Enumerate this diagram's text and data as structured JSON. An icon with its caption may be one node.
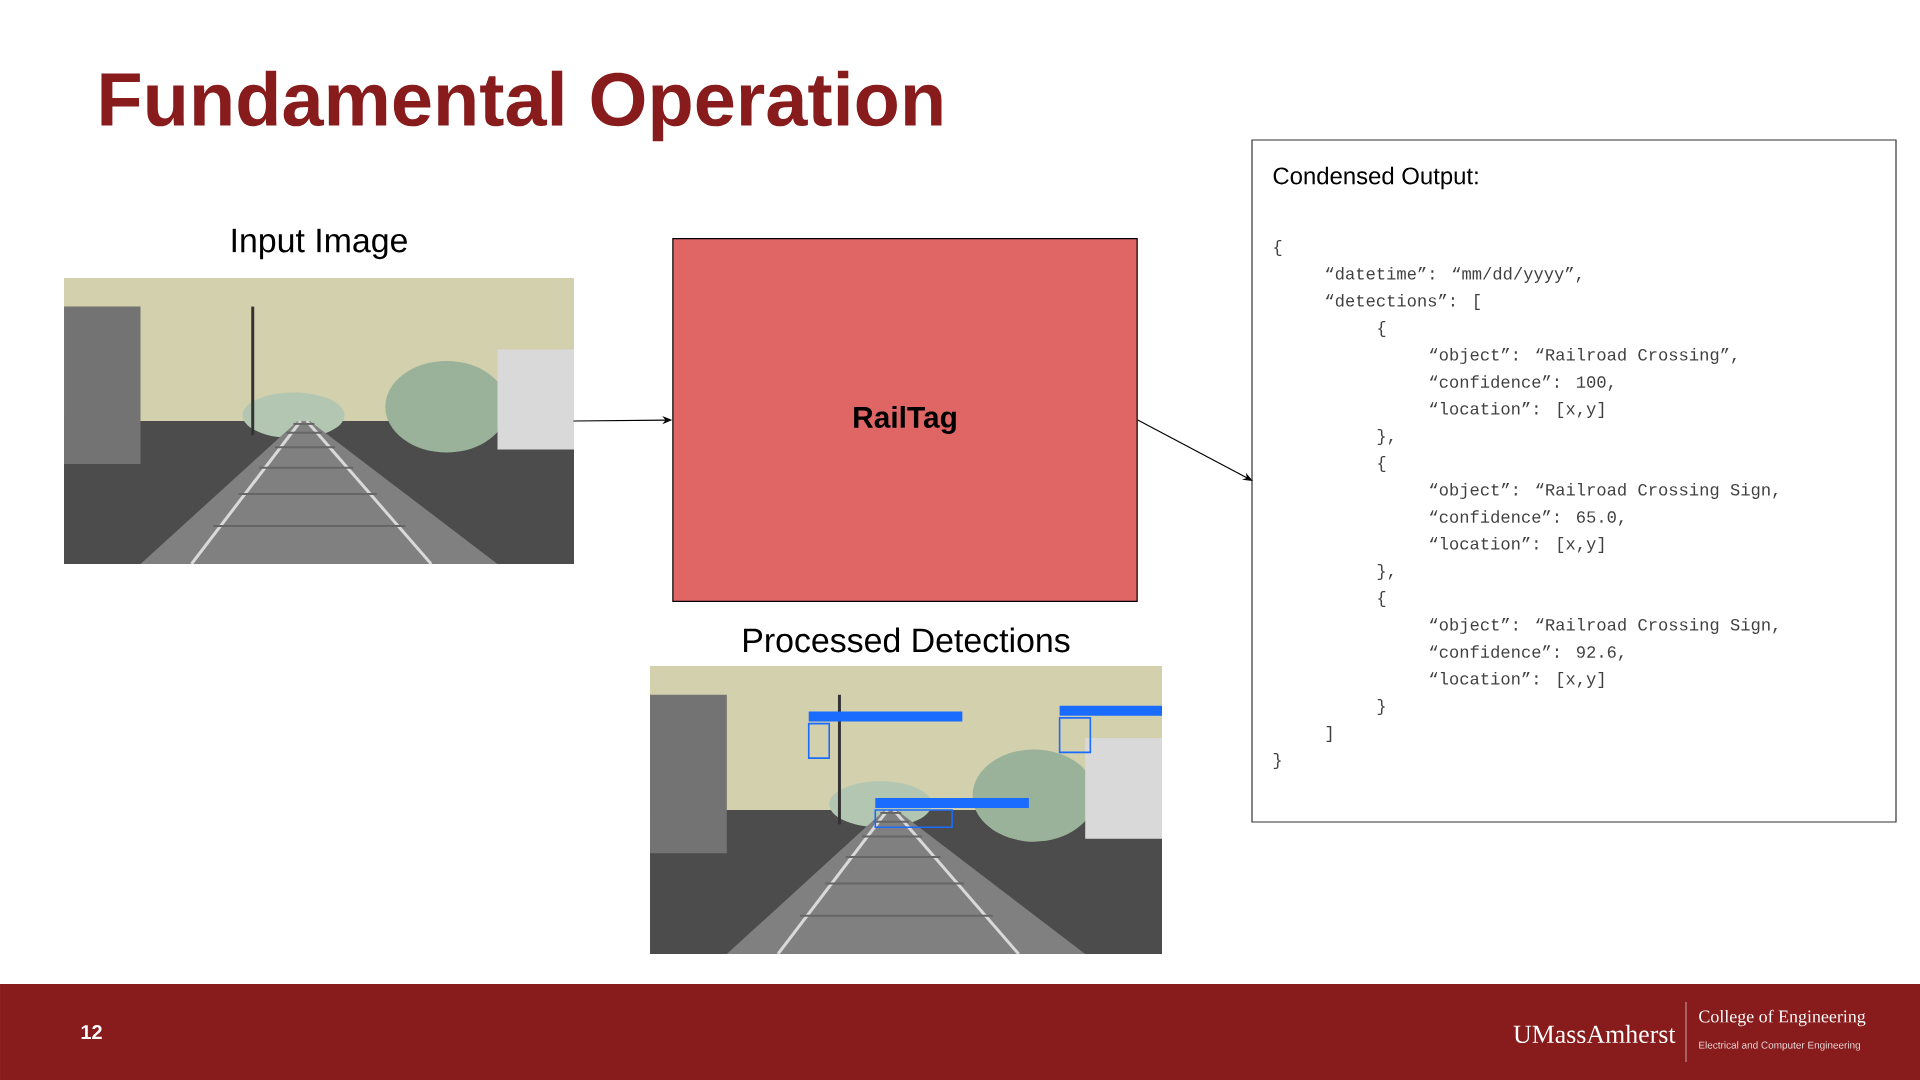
{
  "diagram": {
    "title": "Fundamental Operation",
    "nodes": [
      {
        "text": [
          "Input Image"
        ]
      },
      {
        "text": [
          "RailTag"
        ]
      },
      {
        "text": [
          "Condensed Output:",
          "{",
          "“datetime”: “mm/dd/yyyy”,",
          "“detections”: [",
          "{",
          "“object”: “Railroad Crossing”,",
          "“confidence”: 100,",
          "“location”: [x,y]",
          "},",
          "{",
          "“object”: “Railroad Crossing Sign,",
          "“confidence”: 65.0,",
          "“location”: [x,y]",
          "},",
          "{",
          "“object”: “Railroad Crossing Sign,",
          "“confidence”: 92.6,",
          "“location”: [x,y]",
          "}",
          "]",
          "}"
        ]
      },
      {
        "text": [
          "Processed Detections"
        ]
      }
    ],
    "edges": [
      {
        "from": 0,
        "to": 1,
        "arrow": "to"
      },
      {
        "from": 1,
        "to": 2,
        "arrow": "to"
      }
    ],
    "labels": [
      "12",
      "UMassAmherst",
      "College of Engineering",
      "Electrical and Computer Engineering"
    ]
  }
}
